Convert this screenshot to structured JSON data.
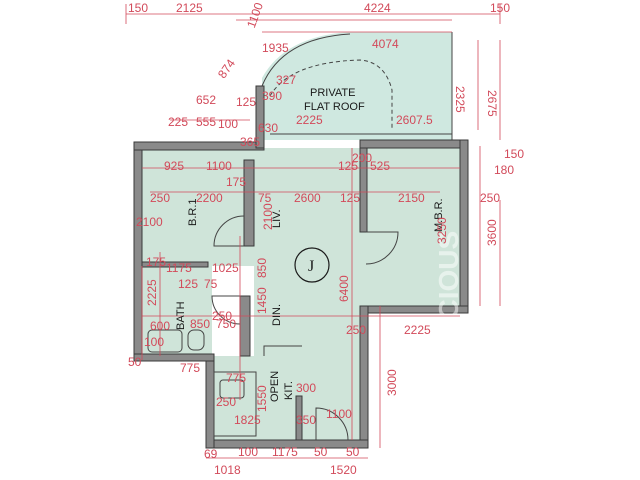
{
  "rooms": {
    "roof_line1": "PRIVATE",
    "roof_line2": "FLAT ROOF",
    "br1": "B.R.1",
    "liv": "LIV.",
    "mbr": "M.B.R.",
    "din": "DIN.",
    "bath": "BATH",
    "open": "OPEN",
    "kit": "KIT."
  },
  "north_symbol": "J",
  "dimensions": {
    "top_150": "150",
    "top_2125": "2125",
    "top_1100": "1100",
    "top_4224": "4224",
    "top_150_right": "150",
    "d_4074": "4074",
    "d_1935": "1935",
    "d_874": "874",
    "d_327": "327",
    "d_390": "390",
    "d_652": "652",
    "d_125a": "125",
    "d_2325": "2325",
    "d_2675": "2675",
    "d_225": "225",
    "d_555": "555",
    "d_100a": "100",
    "d_630": "630",
    "d_2225": "2225",
    "d_2607_5": "2607.5",
    "d_365": "365",
    "d_925": "925",
    "d_1100a": "1100",
    "d_125b": "125",
    "d_200": "200",
    "d_525": "525",
    "d_150r": "150",
    "d_180": "180",
    "d_175a": "175",
    "d_250a": "250",
    "d_2200": "2200",
    "d_75": "75",
    "d_2600": "2600",
    "d_125c": "125",
    "d_2150": "2150",
    "d_250b": "250",
    "d_2100a": "2100",
    "d_2100b": "2100",
    "d_3250": "3250",
    "d_3600": "3600",
    "d_175b": "175",
    "d_1175": "1175",
    "d_1025": "1025",
    "d_850a": "850",
    "d_6400": "6400",
    "d_125d": "125",
    "d_75b": "75",
    "d_2225b": "2225",
    "d_1450": "1450",
    "d_250c": "250",
    "d_600": "600",
    "d_850b": "850",
    "d_750": "750",
    "d_250d": "250",
    "d_2225c": "2225",
    "d_100b": "100",
    "d_775a": "775",
    "d_775b": "775",
    "d_300": "300",
    "d_1550": "1550",
    "d_250e": "250",
    "d_3000": "3000",
    "d_1825": "1825",
    "d_350": "350",
    "d_1100b": "1100",
    "d_50a": "50",
    "d_69": "69",
    "d_100c": "100",
    "d_1175b": "1175",
    "d_50b": "50",
    "d_1018": "1018",
    "d_1520": "1520",
    "d_50c": "50"
  },
  "watermark": "SPACIOUS"
}
